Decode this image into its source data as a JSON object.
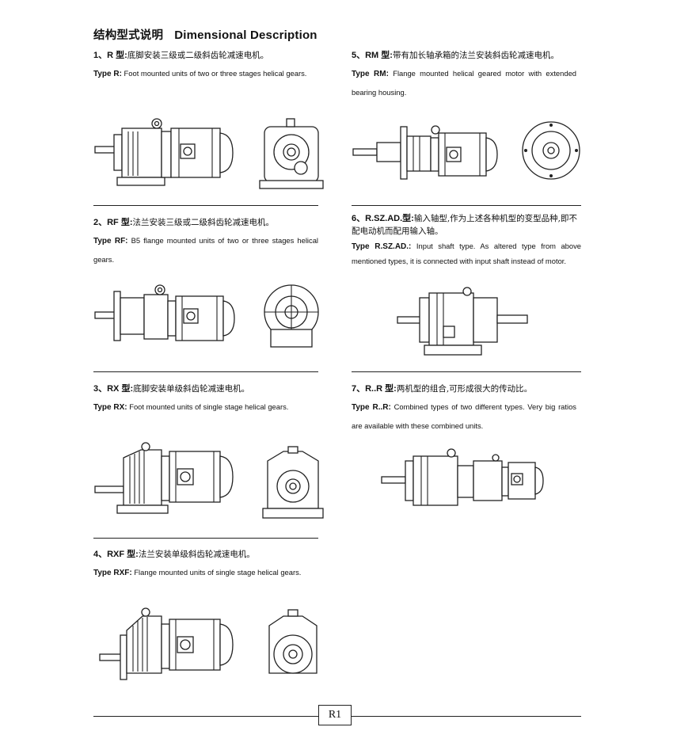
{
  "title": {
    "cn": "结构型式说明",
    "en": "Dimensional Description"
  },
  "sections": [
    {
      "head": "1、R 型:",
      "cn": "底脚安装三级或二级斜齿轮减速电机。",
      "type_label": "Type R:",
      "desc": "Foot mounted units of two or three stages helical gears."
    },
    {
      "head": "2、RF 型:",
      "cn": "法兰安装三级或二级斜齿轮减速电机。",
      "type_label": "Type RF:",
      "desc": "B5 flange mounted units of two or three stages helical gears."
    },
    {
      "head": "3、RX 型:",
      "cn": "底脚安装单级斜齿轮减速电机。",
      "type_label": "Type RX:",
      "desc": "Foot mounted units of single stage helical gears."
    },
    {
      "head": "4、RXF 型:",
      "cn": "法兰安装单级斜齿轮减速电机。",
      "type_label": "Type RXF:",
      "desc": "Flange mounted units of single stage helical gears."
    },
    {
      "head": "5、RM 型:",
      "cn": "带有加长轴承箱的法兰安装斜齿轮减速电机。",
      "type_label": "Type RM:",
      "desc": "Flange mounted helical geared motor with extended bearing housing."
    },
    {
      "head": "6、R.SZ.AD.型:",
      "cn": "输入轴型,作为上述各种机型的变型品种,即不配电动机而配用输入轴。",
      "type_label": "Type R.SZ.AD.:",
      "desc": "Input shaft type. As altered type from above mentioned types, it is connected with input shaft instead of motor."
    },
    {
      "head": "7、R..R 型:",
      "cn": "两机型的组合,可形成很大的传动比。",
      "type_label": "Type R..R:",
      "desc": "Combined types of two different types. Very big ratios are available with these combined units."
    }
  ],
  "page_number": "R1"
}
